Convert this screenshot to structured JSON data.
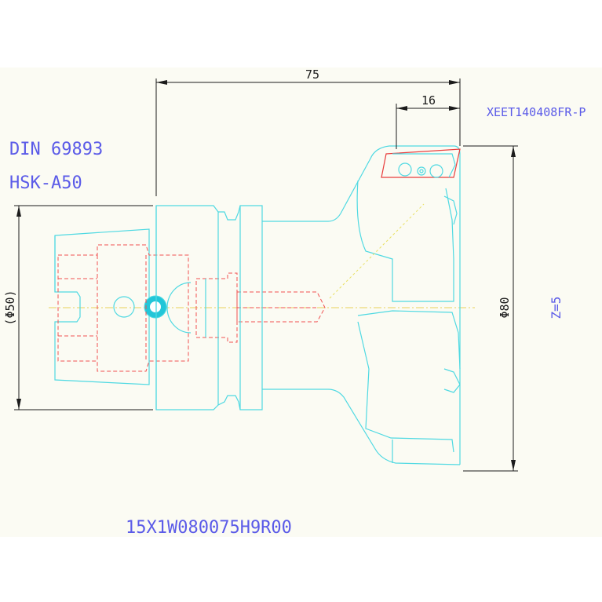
{
  "standard": {
    "line1": "DIN 69893",
    "line2": "HSK-A50"
  },
  "insert_code": "XEET140408FR-P",
  "part_number": "15X1W080075H9R00",
  "teeth": "Z=5",
  "dimensions": {
    "overall_length": "75",
    "insert_width": "16",
    "cutter_diameter": "Φ80",
    "shank_diameter": "(Φ50)"
  },
  "colors": {
    "body_outline": "#4fd9e2",
    "hidden_lines": "#f05050",
    "dimension_lines": "#1b1b1b",
    "annotation_text": "#5b5be8",
    "center_line": "#e8d15a"
  }
}
